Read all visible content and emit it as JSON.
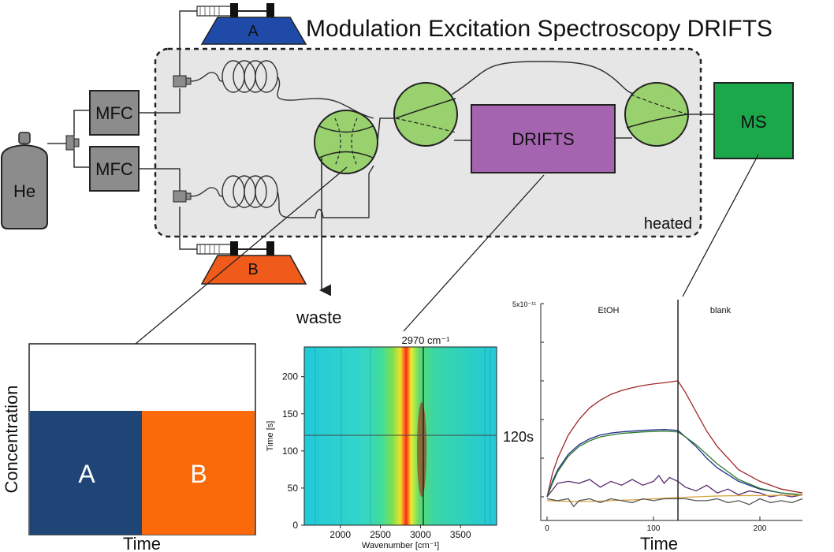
{
  "title": "Modulation Excitation Spectroscopy DRIFTS",
  "components": {
    "gas": "He",
    "mfc_top": "MFC",
    "mfc_bottom": "MFC",
    "syringe_a": "A",
    "syringe_b": "B",
    "drifts": "DRIFTS",
    "ms": "MS",
    "heated": "heated",
    "waste": "waste"
  },
  "colors": {
    "syringe_a": "#1f4aa8",
    "syringe_b": "#f05a1a",
    "valve": "#99d16e",
    "drifts": "#a564b0",
    "ms": "#1aa84a",
    "mfc": "#8c8c8c",
    "heated_zone": "#e6e6e6",
    "panel_a": "#1f4476",
    "panel_b": "#fa6a0a"
  },
  "concentration_panel": {
    "ylabel": "Concentration",
    "xlabel": "Time",
    "block_a": "A",
    "block_b": "B"
  },
  "heatmap_panel": {
    "top_label": "2970 cm⁻¹",
    "ylabel": "Time [s]",
    "xlabel": "Wavenumber [cm⁻¹]",
    "x_ticks": [
      "2000",
      "2500",
      "3000",
      "3500"
    ],
    "y_ticks": [
      "0",
      "50",
      "100",
      "150",
      "200"
    ],
    "marker_label": "120s"
  },
  "chart_data": {
    "type": "line",
    "title": "",
    "xlabel": "Time",
    "ylabel": "",
    "x_ticks": [
      "0",
      "100",
      "200"
    ],
    "y_top_label": "5x10⁻¹¹",
    "region_labels": [
      "EtOH",
      "blank"
    ],
    "xlim": [
      0,
      240
    ],
    "ylim": [
      0,
      5
    ],
    "switch_time": 123,
    "series": [
      {
        "color": "#a02828",
        "x": [
          0,
          5,
          10,
          20,
          30,
          40,
          50,
          60,
          70,
          80,
          90,
          100,
          110,
          123,
          130,
          140,
          150,
          160,
          180,
          200,
          220,
          240
        ],
        "y": [
          0.0,
          0.6,
          1.0,
          1.6,
          2.0,
          2.3,
          2.5,
          2.65,
          2.75,
          2.82,
          2.88,
          2.92,
          2.95,
          3.0,
          2.7,
          2.2,
          1.7,
          1.3,
          0.7,
          0.4,
          0.2,
          0.1
        ]
      },
      {
        "color": "#1f2f8c",
        "x": [
          0,
          5,
          10,
          20,
          30,
          40,
          50,
          60,
          70,
          80,
          90,
          100,
          110,
          123,
          130,
          140,
          150,
          160,
          180,
          200,
          220,
          240
        ],
        "y": [
          0.0,
          0.4,
          0.7,
          1.1,
          1.35,
          1.5,
          1.6,
          1.65,
          1.68,
          1.7,
          1.72,
          1.73,
          1.74,
          1.72,
          1.55,
          1.3,
          1.0,
          0.75,
          0.4,
          0.2,
          0.1,
          0.05
        ]
      },
      {
        "color": "#2e7a2e",
        "x": [
          0,
          5,
          10,
          20,
          30,
          40,
          50,
          60,
          70,
          80,
          90,
          100,
          110,
          123,
          130,
          140,
          150,
          160,
          180,
          200,
          220,
          240
        ],
        "y": [
          0.0,
          0.35,
          0.65,
          1.05,
          1.3,
          1.45,
          1.55,
          1.6,
          1.64,
          1.66,
          1.68,
          1.69,
          1.7,
          1.68,
          1.55,
          1.35,
          1.1,
          0.85,
          0.45,
          0.22,
          0.1,
          0.05
        ]
      },
      {
        "color": "#5a2a70",
        "x": [
          0,
          10,
          20,
          30,
          40,
          50,
          60,
          70,
          80,
          90,
          100,
          105,
          110,
          115,
          123,
          130,
          140,
          150,
          160,
          170,
          180,
          190,
          200,
          210,
          220,
          230,
          240
        ],
        "y": [
          0.0,
          0.35,
          0.4,
          0.35,
          0.45,
          0.25,
          0.4,
          0.3,
          0.45,
          0.3,
          0.4,
          0.55,
          0.35,
          0.5,
          0.4,
          0.25,
          0.15,
          0.3,
          0.1,
          0.2,
          0.05,
          0.15,
          0.1,
          0.0,
          0.05,
          0.0,
          0.05
        ]
      },
      {
        "color": "#d6a03a",
        "x": [
          0,
          20,
          40,
          60,
          80,
          100,
          123,
          140,
          160,
          180,
          200,
          220,
          240
        ],
        "y": [
          -0.1,
          -0.12,
          -0.12,
          -0.1,
          -0.08,
          -0.05,
          -0.02,
          0.0,
          0.02,
          0.03,
          0.03,
          0.04,
          0.04
        ]
      },
      {
        "color": "#555555",
        "x": [
          0,
          10,
          20,
          25,
          30,
          40,
          50,
          60,
          70,
          80,
          90,
          100,
          110,
          123,
          130,
          140,
          150,
          160,
          170,
          180,
          190,
          200,
          210,
          220,
          230,
          240
        ],
        "y": [
          -0.05,
          -0.1,
          -0.05,
          -0.25,
          -0.1,
          -0.05,
          -0.15,
          -0.05,
          -0.1,
          -0.15,
          -0.05,
          -0.1,
          -0.05,
          -0.05,
          -0.05,
          -0.1,
          -0.1,
          -0.05,
          -0.15,
          -0.1,
          -0.2,
          -0.05,
          -0.15,
          -0.1,
          -0.15,
          -0.05
        ]
      }
    ]
  }
}
